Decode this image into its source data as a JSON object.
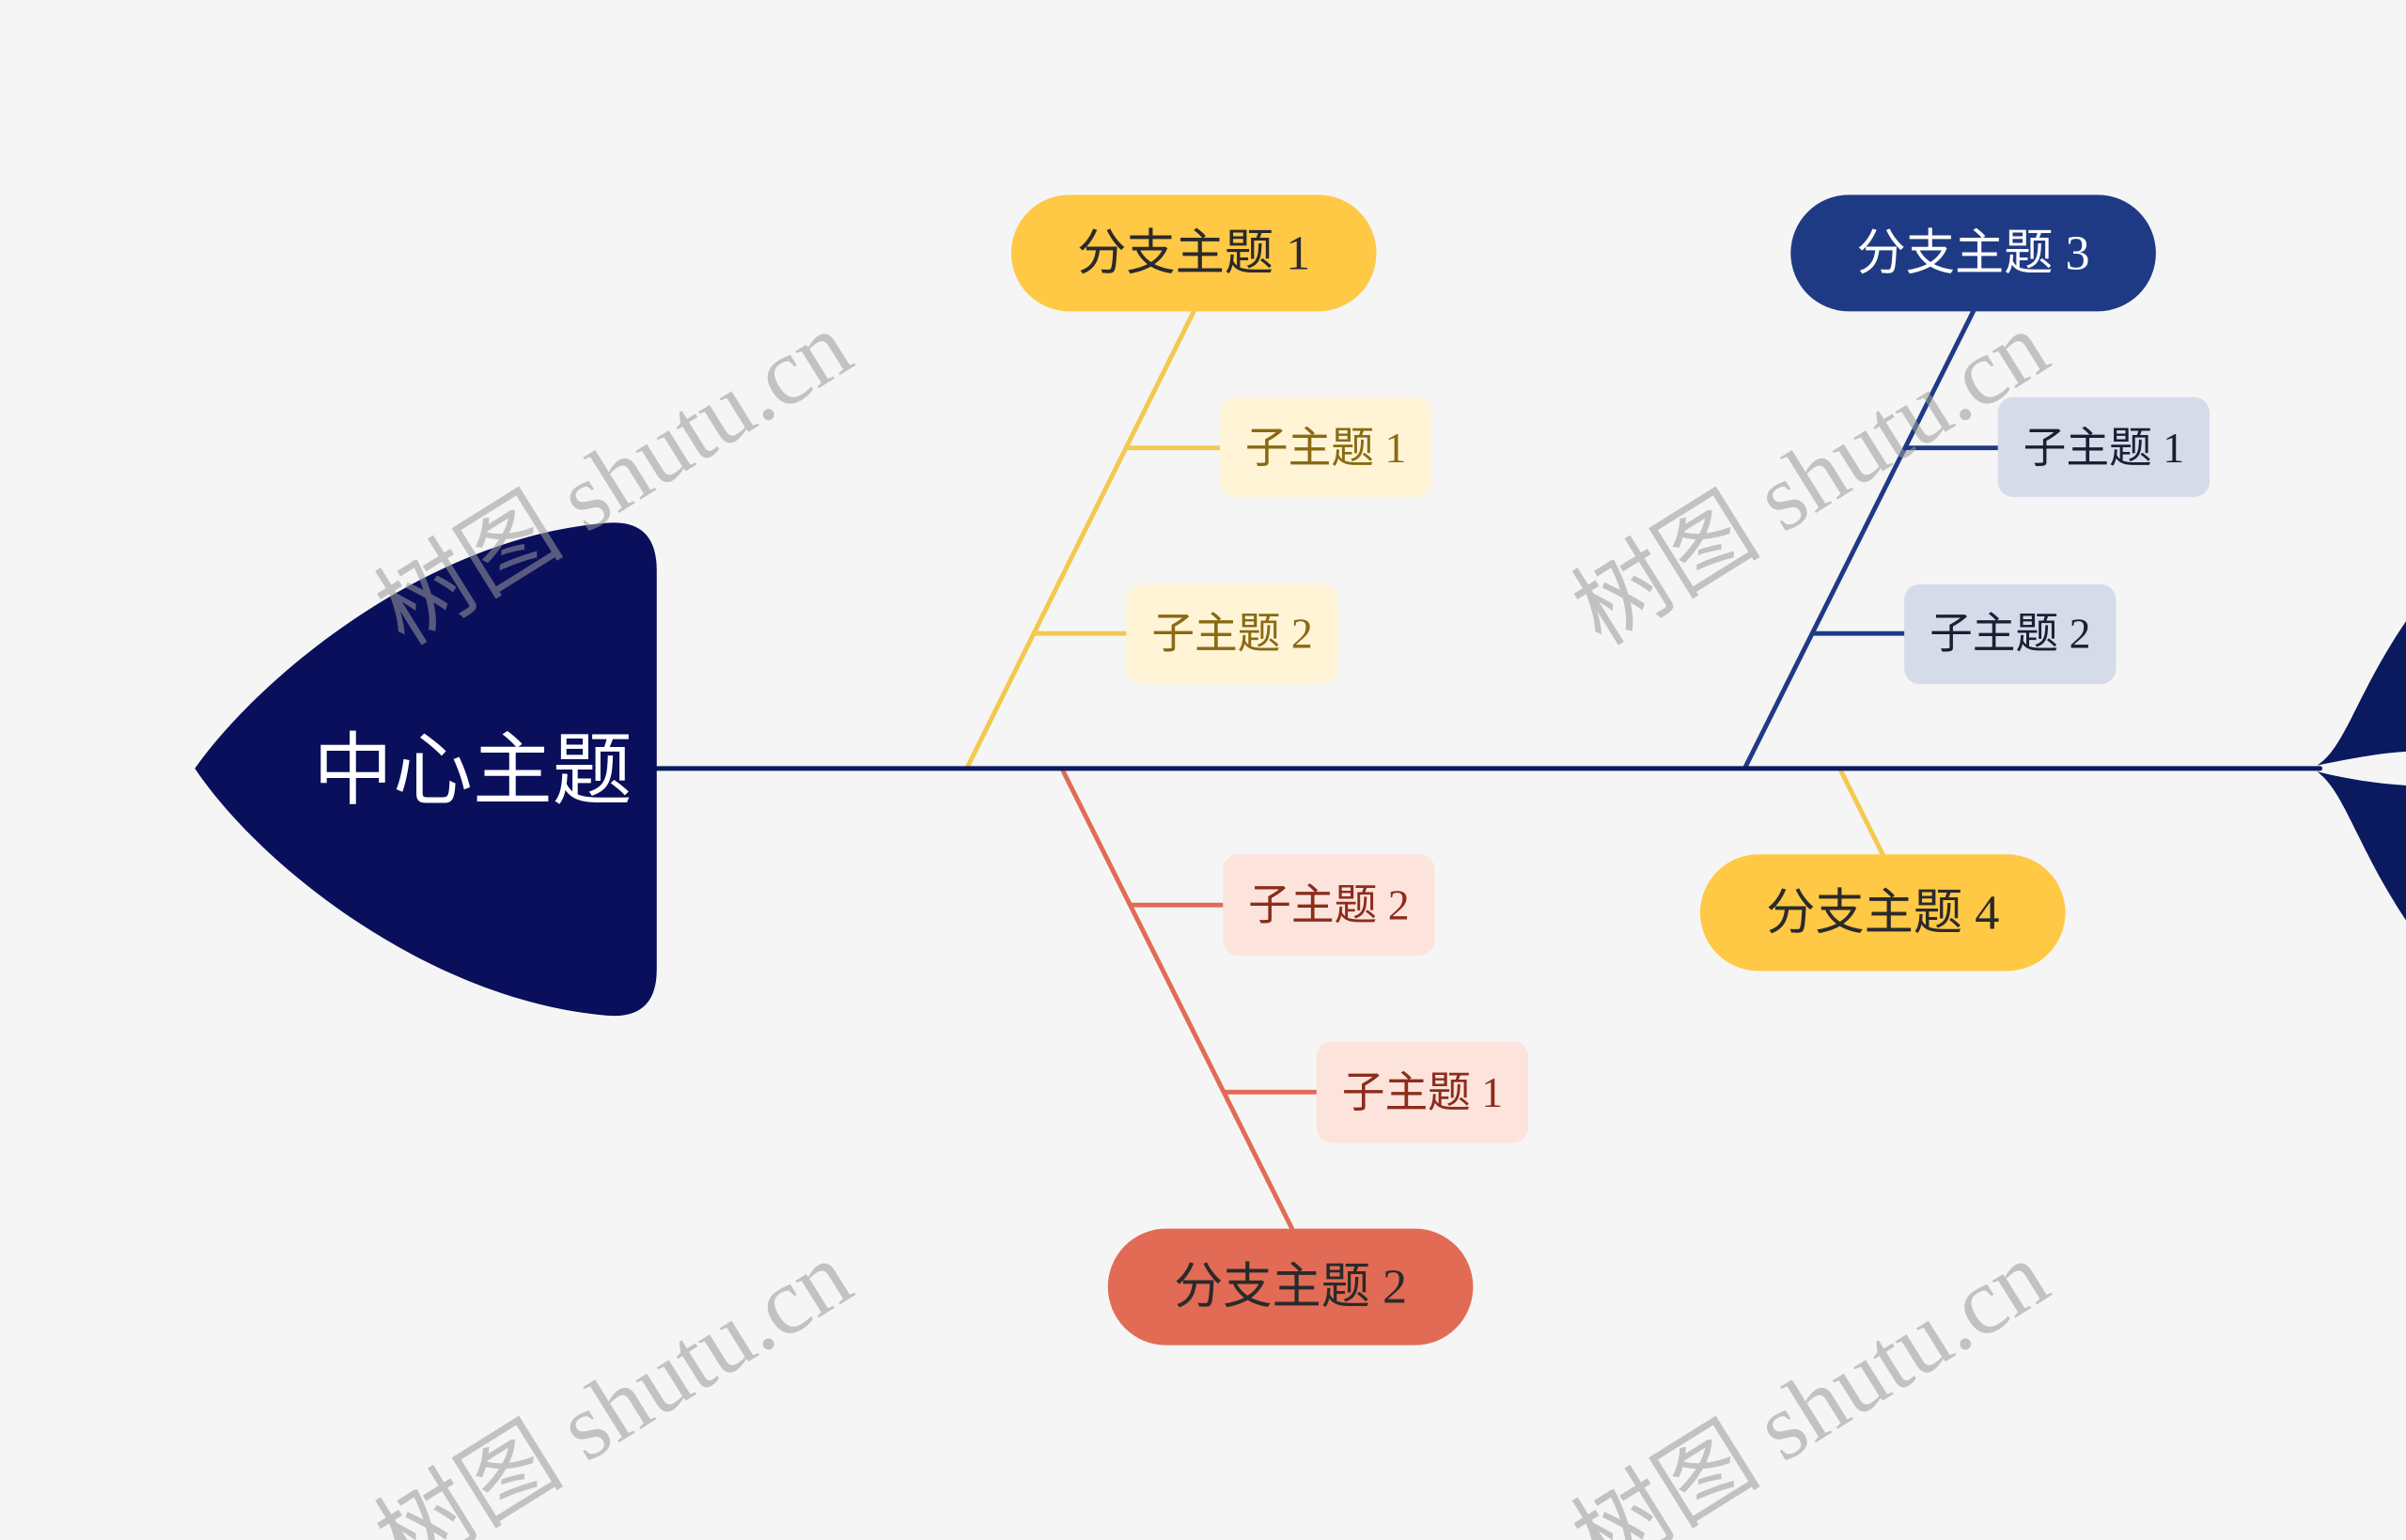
{
  "diagram": {
    "center_topic": "中心主题",
    "colors": {
      "background": "#f5f5f5",
      "spine": "#0b1a5e",
      "head": "#0a0f5c",
      "center_text": "#ffffff"
    },
    "branches": [
      {
        "label": "分支主题 1",
        "fill": "#ffc845",
        "line": "#f3c94e",
        "label_color": "#2a2a2a",
        "sub_fill": "#fff4d6",
        "sub_text": "#8a6a12",
        "subtopics": [
          {
            "label": "子主题 1"
          },
          {
            "label": "子主题 2"
          }
        ]
      },
      {
        "label": "分支主题 2",
        "fill": "#e26b55",
        "line": "#e26b55",
        "label_color": "#2a2a2a",
        "sub_fill": "#fce3dc",
        "sub_text": "#8c2c1b",
        "subtopics": [
          {
            "label": "子主题 1"
          },
          {
            "label": "子主题 2"
          }
        ]
      },
      {
        "label": "分支主题 3",
        "fill": "#1f3a85",
        "line": "#1f3a85",
        "label_color": "#ffffff",
        "sub_fill": "#d6dbea",
        "sub_text": "#1c1f33",
        "subtopics": [
          {
            "label": "子主题 1"
          },
          {
            "label": "子主题 2"
          }
        ]
      },
      {
        "label": "分支主题 4",
        "fill": "#ffc845",
        "line": "#f3c94e",
        "label_color": "#2a2a2a",
        "subtopics": []
      }
    ]
  },
  "watermark": {
    "text": "树图 shutu.cn",
    "color": "#9a9a9a"
  }
}
